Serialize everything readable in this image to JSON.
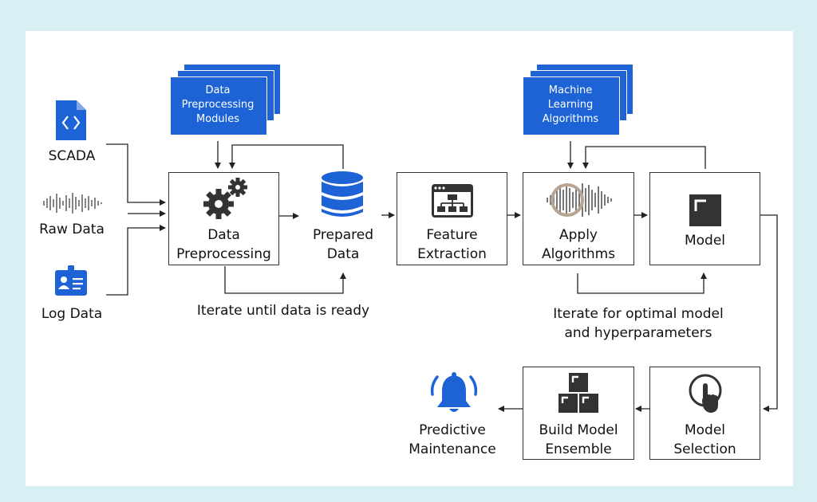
{
  "colors": {
    "accent": "#1e63d6",
    "line": "#222222",
    "panel": "#ffffff",
    "background": "#d8eff3",
    "wave_ring": "#b7a592"
  },
  "inputs": [
    {
      "label": "SCADA",
      "icon": "code-file-icon"
    },
    {
      "label": "Raw Data",
      "icon": "sound-wave-icon"
    },
    {
      "label": "Log Data",
      "icon": "id-card-icon"
    }
  ],
  "stacks": {
    "preprocessing_modules": "Data\nPreprocessing\nModules",
    "ml_algorithms": "Machine\nLearning\nAlgorithms"
  },
  "nodes": {
    "data_preprocessing": "Data\nPreprocessing",
    "prepared_data": "Prepared\nData",
    "feature_extraction": "Feature\nExtraction",
    "apply_algorithms": "Apply\nAlgorithms",
    "model": "Model",
    "model_selection": "Model\nSelection",
    "build_model_ensemble": "Build Model\nEnsemble",
    "predictive_maintenance": "Predictive\nMaintenance"
  },
  "annotations": {
    "iterate_data": "Iterate until data is ready",
    "iterate_model": "Iterate for optimal model\nand hyperparameters"
  }
}
